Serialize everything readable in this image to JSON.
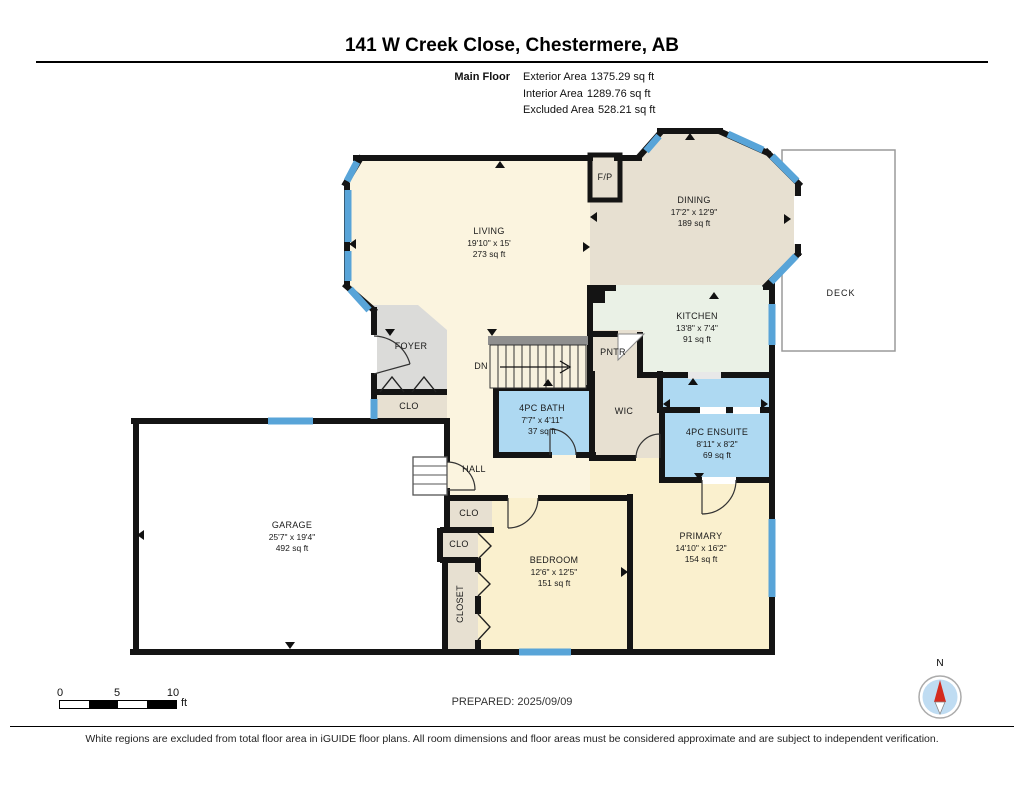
{
  "header": {
    "title": "141 W Creek Close, Chestermere, AB",
    "floor_label": "Main Floor",
    "areas": [
      {
        "label": "Exterior Area",
        "value": "1375.29 sq ft"
      },
      {
        "label": "Interior Area",
        "value": "1289.76 sq ft"
      },
      {
        "label": "Excluded Area",
        "value": "528.21 sq ft"
      }
    ]
  },
  "rooms": {
    "living": {
      "name": "LIVING",
      "dims": "19'10\" x 15'",
      "area": "273 sq ft"
    },
    "dining": {
      "name": "DINING",
      "dims": "17'2\" x 12'9\"",
      "area": "189 sq ft"
    },
    "kitchen": {
      "name": "KITCHEN",
      "dims": "13'8\" x 7'4\"",
      "area": "91 sq ft"
    },
    "bath": {
      "name": "4PC BATH",
      "dims": "7'7\" x 4'11\"",
      "area": "37 sq ft"
    },
    "ensuite": {
      "name": "4PC ENSUITE",
      "dims": "8'11\" x 8'2\"",
      "area": "69 sq ft"
    },
    "primary": {
      "name": "PRIMARY",
      "dims": "14'10\" x 16'2\"",
      "area": "154 sq ft"
    },
    "bedroom": {
      "name": "BEDROOM",
      "dims": "12'6\" x 12'5\"",
      "area": "151 sq ft"
    },
    "garage": {
      "name": "GARAGE",
      "dims": "25'7\" x 19'4\"",
      "area": "492 sq ft"
    },
    "foyer": {
      "name": "FOYER"
    },
    "foyer_closet": {
      "name": "CLO"
    },
    "pantry": {
      "name": "PNTR"
    },
    "wic": {
      "name": "WIC"
    },
    "hall": {
      "name": "HALL"
    },
    "closet_a": {
      "name": "CLO"
    },
    "closet_b": {
      "name": "CLO"
    },
    "closet_main": {
      "name": "CLOSET"
    },
    "deck": {
      "name": "DECK"
    },
    "fireplace": {
      "name": "F/P"
    },
    "stairs_down": {
      "name": "DN"
    }
  },
  "footer": {
    "prepared": "PREPARED: 2025/09/09",
    "compass_label": "N",
    "scale": {
      "ticks": [
        "0",
        "5",
        "10"
      ],
      "unit": "ft"
    },
    "disclaimer": "White regions are excluded from total floor area in iGUIDE floor plans. All room dimensions and floor areas must be considered approximate and are subject to independent verification."
  },
  "colors": {
    "wall": "#141414",
    "window_blue": "#58A4D8",
    "bathroom_fill": "#AED9F2",
    "living_fill": "#FBF4DF",
    "bedroom_fill": "#FAF0CE",
    "dining_fill": "#E7E0D1",
    "kitchen_fill": "#EAF1E6",
    "foyer_fill": "#DBDBD9",
    "compass_red": "#D42B1E"
  }
}
